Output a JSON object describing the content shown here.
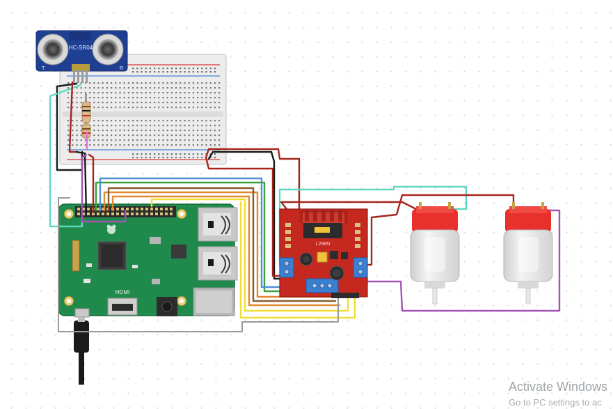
{
  "sensor": {
    "label": "HC-SR04",
    "pin_t": "T",
    "pin_r": "R"
  },
  "pi": {
    "hdmi_label": "HDMI"
  },
  "driver": {
    "name": "L298N"
  },
  "watermark": {
    "title": "Activate Windows",
    "subtitle": "Go to PC settings to ac"
  },
  "colors": {
    "wire_red": "#a5251c",
    "wire_black": "#1a1a1a",
    "wire_teal": "#5fd8c2",
    "wire_yellow": "#f0df32",
    "wire_orange": "#e0892e",
    "wire_brown": "#8a5a2e",
    "wire_green": "#3aa13a",
    "wire_blue": "#4f8fd8",
    "wire_purple": "#a153b5",
    "wire_gray": "#9a9a9a",
    "pcb_green": "#1f8a4c",
    "driver_red": "#c4281f",
    "sensor_blue": "#1f3f93",
    "motor_red": "#e8312d"
  }
}
